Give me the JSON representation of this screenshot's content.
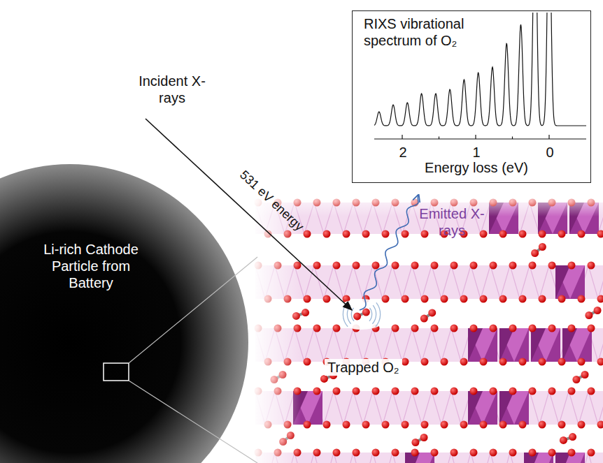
{
  "diagram": {
    "nodes": [
      {
        "text": [
          "Li-rich Cathode Particle from Battery"
        ]
      },
      {
        "text": [
          "RIXS vibrational spectrum of O₂",
          "2",
          "1",
          "0",
          "Energy loss (eV)"
        ]
      }
    ],
    "labels": [
      "Incident X-rays",
      "531 eV energy",
      "Emitted X-rays",
      "Trapped O₂"
    ]
  }
}
